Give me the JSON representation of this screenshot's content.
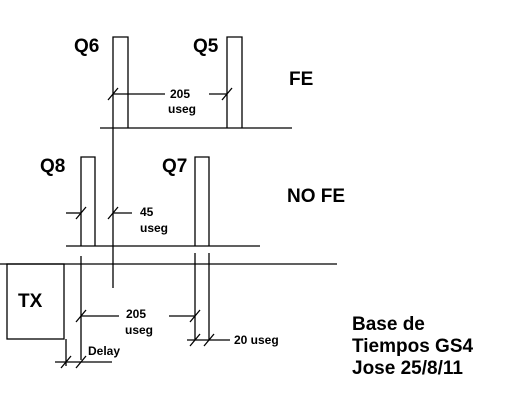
{
  "signals": {
    "q6": "Q6",
    "q5": "Q5",
    "q8": "Q8",
    "q7": "Q7",
    "tx": "TX"
  },
  "modes": {
    "fe": "FE",
    "no_fe": "NO FE"
  },
  "timings": {
    "t205_top_value": "205",
    "t205_top_unit": "useg",
    "t45_value": "45",
    "t45_unit": "useg",
    "t205_bottom_value": "205",
    "t205_bottom_unit": "useg",
    "t20": "20 useg",
    "delay": "Delay"
  },
  "caption": {
    "line1": "Base de",
    "line2": "Tiempos GS4",
    "line3": "Jose 25/8/11"
  }
}
